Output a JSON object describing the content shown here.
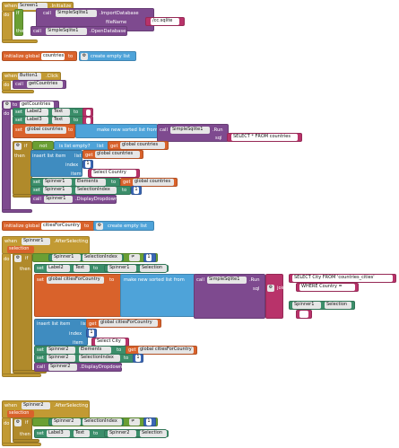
{
  "screen1_initialize": {
    "when": "when",
    "component": "Screen1",
    "event": ".Initialize",
    "do": "do",
    "call1_label": "call",
    "call1_component": "SimpleSqlite1",
    "call1_method": ".ImportDatabase",
    "filename_label": "fileName",
    "filename_value": "/cc.sqlite",
    "then_label": "then",
    "call2_label": "call",
    "call2_component": "SimpleSqlite1",
    "call2_method": ".OpenDatabase"
  },
  "global_countries": {
    "initialize": "initialize global",
    "name": "countries",
    "to": "to",
    "value": "create empty list"
  },
  "button1_click": {
    "when": "when",
    "component": "Button1",
    "event": ".Click",
    "do": "do",
    "call": "call",
    "proc": "getCountries"
  },
  "proc_getcountries": {
    "to": "to",
    "name": "getCountries",
    "do": "do",
    "set1": "set",
    "set1_comp": "Label2",
    "set1_prop": "Text",
    "set1_to": "to",
    "set2": "set",
    "set2_comp": "Label3",
    "set2_prop": "Text",
    "set2_to": "to",
    "set3": "set",
    "set3_var": "global countries",
    "set3_to": "to",
    "make_sorted": "make new sorted list from",
    "call_run": "call",
    "run_comp": "SimpleSqlite1",
    "run_method": ".Run",
    "sql_label": "sql",
    "sql_value": "SELECT * FROM countries",
    "if_label": "if",
    "not_label": "not",
    "is_empty": "is list empty?",
    "list_label": "list",
    "get1": "get",
    "get1_var": "global countries",
    "then_label": "then",
    "insert": "insert list item",
    "insert_list": "list",
    "insert_index": "index",
    "insert_item": "item",
    "get2": "get",
    "get2_var": "global countries",
    "index_value": "1",
    "item_value": "Select Country",
    "set4": "set",
    "set4_comp": "Spinner1",
    "set4_prop": "Elements",
    "set4_to": "to",
    "get3": "get",
    "get3_var": "global countries",
    "set5": "set",
    "set5_comp": "Spinner1",
    "set5_prop": "SelectionIndex",
    "set5_to": "to",
    "set5_value": "1",
    "call_dd": "call",
    "dd_comp": "Spinner1",
    "dd_method": ".DisplayDropdown"
  },
  "global_cities": {
    "initialize": "initialize global",
    "name": "citiesForCountry",
    "to": "to",
    "value": "create empty list"
  },
  "spinner1_after": {
    "when": "when",
    "component": "Spinner1",
    "event": ".AfterSelecting",
    "param": "selection",
    "do": "do",
    "if_label": "if",
    "cmp_comp": "Spinner1",
    "cmp_prop": "SelectionIndex",
    "cmp_op": "≠",
    "cmp_value": "1",
    "then_label": "then",
    "set1": "set",
    "set1_comp": "Label2",
    "set1_prop": "Text",
    "set1_to": "to",
    "set1_src_comp": "Spinner1",
    "set1_src_prop": "Selection",
    "set2": "set",
    "set2_var": "global citiesForCountry",
    "set2_to": "to",
    "make_sorted": "make new sorted list from",
    "call_run": "call",
    "run_comp": "SimpleSqlite1",
    "run_method": ".Run",
    "sql_label": "sql",
    "join_label": "join",
    "join1": "SELECT City FROM 'countries_cities'",
    "join2": "WHERE Country = ",
    "join3_comp": "Spinner1",
    "join3_prop": "Selection",
    "join4": " ",
    "insert": "insert list item",
    "insert_list": "list",
    "insert_index": "index",
    "insert_item": "item",
    "get1": "get",
    "get1_var": "global citiesForCountry",
    "index_value": "1",
    "item_value": "Select City",
    "set3": "set",
    "set3_comp": "Spinner2",
    "set3_prop": "Elements",
    "set3_to": "to",
    "get2": "get",
    "get2_var": "global citiesForCountry",
    "set4": "set",
    "set4_comp": "Spinner2",
    "set4_prop": "SelectionIndex",
    "set4_to": "to",
    "set4_value": "1",
    "call_dd": "call",
    "dd_comp": "Spinner2",
    "dd_method": ".DisplayDropdown"
  },
  "spinner2_after": {
    "when": "when",
    "component": "Spinner2",
    "event": ".AfterSelecting",
    "param": "selection",
    "do": "do",
    "if_label": "if",
    "cmp_comp": "Spinner2",
    "cmp_prop": "SelectionIndex",
    "cmp_op": "≠",
    "cmp_value": "1",
    "then_label": "then",
    "set1": "set",
    "set1_comp": "Label3",
    "set1_prop": "Text",
    "set1_to": "to",
    "set1_src_comp": "Spinner2",
    "set1_src_prop": "Selection"
  },
  "colors": {
    "event": "#c29a33",
    "procedure": "#7e4a8f",
    "component": "#5f4f9e",
    "variable": "#d9622b",
    "list": "#4ea3d9",
    "text": "#b8336a",
    "math": "#3a67b5",
    "logic": "#6a9f34",
    "component_getter": "#3b8e6a"
  }
}
